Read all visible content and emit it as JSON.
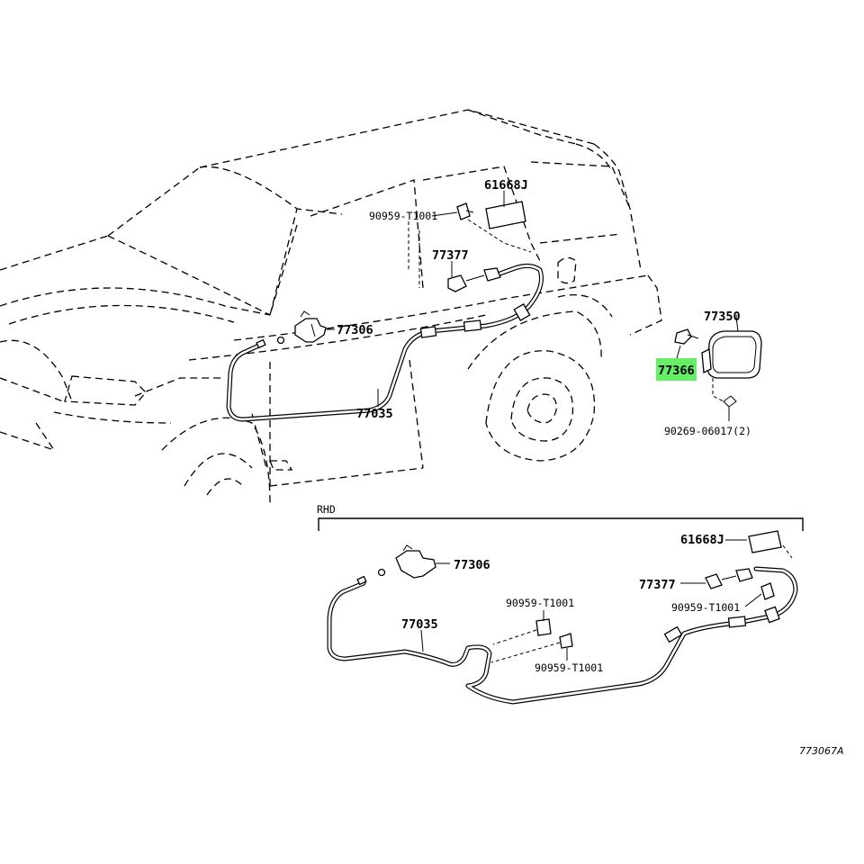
{
  "diagram": {
    "highlight_color": "#66ee66",
    "labels": {
      "main_61668J": "61668J",
      "main_90959_T1001": "90959-T1001",
      "main_77377": "77377",
      "main_77306": "77306",
      "main_77035": "77035",
      "main_77350": "77350",
      "main_77366": "77366",
      "main_90269": "90269-06017(2)",
      "rhd_title": "RHD",
      "rhd_61668J": "61668J",
      "rhd_77306": "77306",
      "rhd_77377": "77377",
      "rhd_90959_a": "90959-T1001",
      "rhd_90959_b": "90959-T1001",
      "rhd_90959_c": "90959-T1001",
      "rhd_77035": "77035"
    },
    "figure_code": "773067A"
  }
}
